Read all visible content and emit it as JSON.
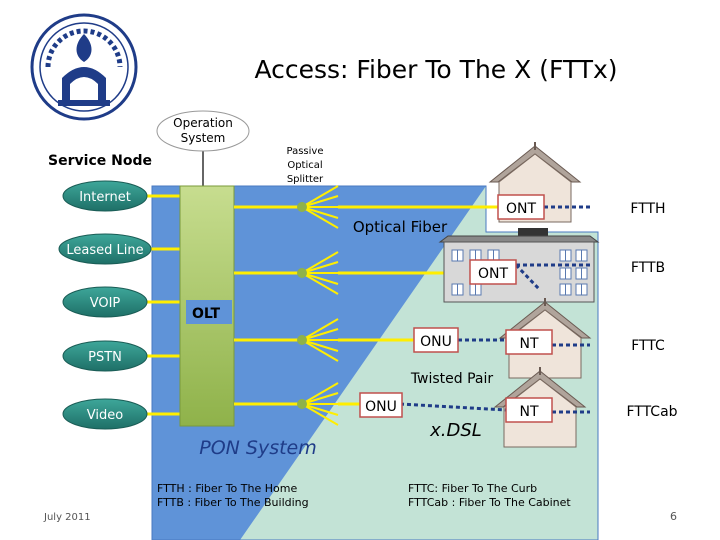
{
  "title": "Access: Fiber To The X (FTTx)",
  "service_node": "Service Node",
  "operation_system": [
    "Operation",
    "System"
  ],
  "splitter": [
    "Passive",
    "Optical",
    "Splitter"
  ],
  "services": [
    "Internet",
    "Leased Line",
    "VOIP",
    "PSTN",
    "Video"
  ],
  "olt": "OLT",
  "pon_system": "PON System",
  "optical_fiber": "Optical Fiber",
  "twisted_pair": "Twisted Pair",
  "xdsl": "x.DSL",
  "devices": {
    "ont": "ONT",
    "onu": "ONU",
    "nt": "NT"
  },
  "fttx": [
    "FTTH",
    "FTTB",
    "FTTC",
    "FTTCab"
  ],
  "footnote_left": [
    "FTTH : Fiber To The Home",
    "FTTB : Fiber To The Building"
  ],
  "footnote_right": [
    "FTTC: Fiber To The Curb",
    "FTTCab : Fiber To The Cabinet"
  ],
  "date": "July 2011",
  "page_number": "6",
  "colors": {
    "panel": "#5f93d8",
    "panel_light": "#c3e3d6",
    "olt": "#9bbb59",
    "service": "#2e8a80",
    "fiber": "#ffee00",
    "dashed": "#1f3c88",
    "device_border": "#c0504d"
  }
}
